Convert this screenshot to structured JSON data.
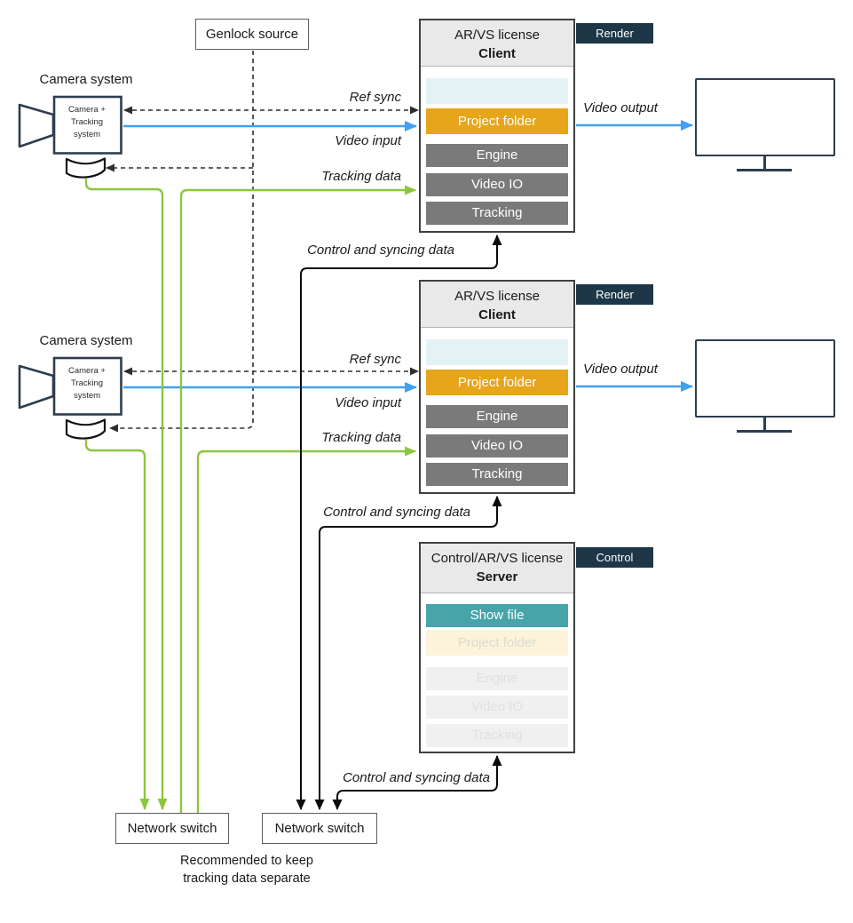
{
  "genlock": {
    "label": "Genlock source"
  },
  "labels": {
    "ref_sync": "Ref sync",
    "video_input": "Video input",
    "tracking_data": "Tracking data",
    "video_output": "Video output",
    "control_sync": "Control and syncing data"
  },
  "cameras": [
    {
      "title": "Camera system",
      "device": "Camera +\nTracking\nsystem"
    },
    {
      "title": "Camera system",
      "device": "Camera +\nTracking\nsystem"
    }
  ],
  "clients": [
    {
      "license": "AR/VS license",
      "role": "Client",
      "tag": "Render",
      "rows": {
        "project": "Project folder",
        "engine": "Engine",
        "video_io": "Video IO",
        "tracking": "Tracking"
      }
    },
    {
      "license": "AR/VS license",
      "role": "Client",
      "tag": "Render",
      "rows": {
        "project": "Project folder",
        "engine": "Engine",
        "video_io": "Video IO",
        "tracking": "Tracking"
      }
    }
  ],
  "server": {
    "license": "Control/AR/VS license",
    "role": "Server",
    "tag": "Control",
    "rows": {
      "show_file": "Show file",
      "project": "Project folder",
      "engine": "Engine",
      "video_io": "Video IO",
      "tracking": "Tracking"
    }
  },
  "switches": [
    {
      "label": "Network switch"
    },
    {
      "label": "Network switch"
    }
  ],
  "caption": "Recommended to keep\ntracking data separate",
  "colors": {
    "accent_orange": "#E7A51B",
    "accent_teal": "#47A4A9",
    "tag_navy": "#1D3749",
    "arrow_blue": "#41A0F1",
    "arrow_green": "#8CC63F",
    "arrow_black": "#0B0B0B",
    "dashed_dark": "#2E2E2E",
    "row_gray": "#7A7A7A",
    "device_outline": "#2E3D4F"
  }
}
